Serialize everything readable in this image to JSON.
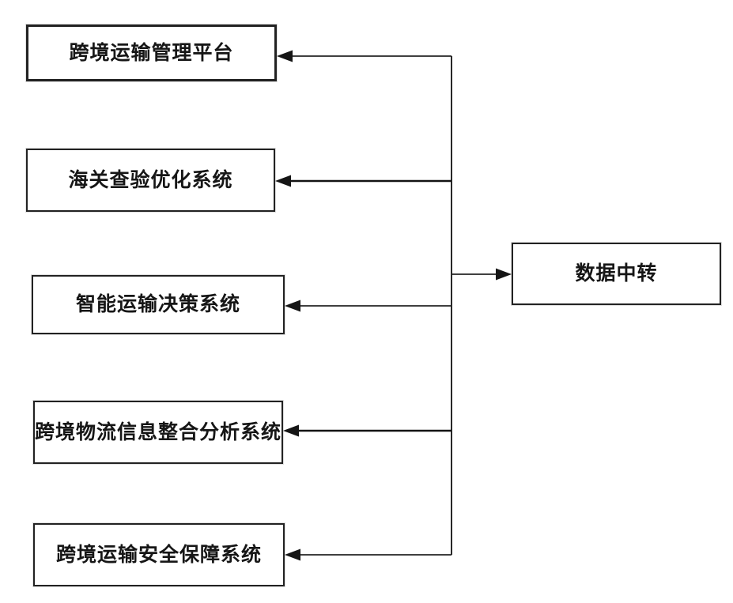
{
  "figure": {
    "nodes": [
      {
        "id": "cross-border-transport-management-platform",
        "label": "跨境运输管理平台"
      },
      {
        "id": "customs-inspection-optimization-system",
        "label": "海关查验优化系统"
      },
      {
        "id": "intelligent-transport-decision-system",
        "label": "智能运输决策系统"
      },
      {
        "id": "cross-border-logistics-info-integration-analysis-system",
        "label": "跨境物流信息整合分析系统"
      },
      {
        "id": "cross-border-transport-safety-assurance-system",
        "label": "跨境运输安全保障系统"
      },
      {
        "id": "data-relay",
        "label": "数据中转"
      }
    ],
    "edges": [
      {
        "from": "trunk-bus",
        "to": "跨境运输管理平台",
        "arrowhead": "into-target"
      },
      {
        "from": "trunk-bus",
        "to": "海关查验优化系统",
        "arrowhead": "into-target"
      },
      {
        "from": "trunk-bus",
        "to": "智能运输决策系统",
        "arrowhead": "into-target"
      },
      {
        "from": "trunk-bus",
        "to": "跨境物流信息整合分析系统",
        "arrowhead": "into-target"
      },
      {
        "from": "trunk-bus",
        "to": "跨境运输安全保障系统",
        "arrowhead": "into-target"
      },
      {
        "from": "trunk-bus",
        "to": "数据中转",
        "arrowhead": "into-target"
      }
    ],
    "colors": {
      "line": "#1d1d1d",
      "box_border": "#222222",
      "text": "#161616",
      "background": "#ffffff"
    }
  }
}
